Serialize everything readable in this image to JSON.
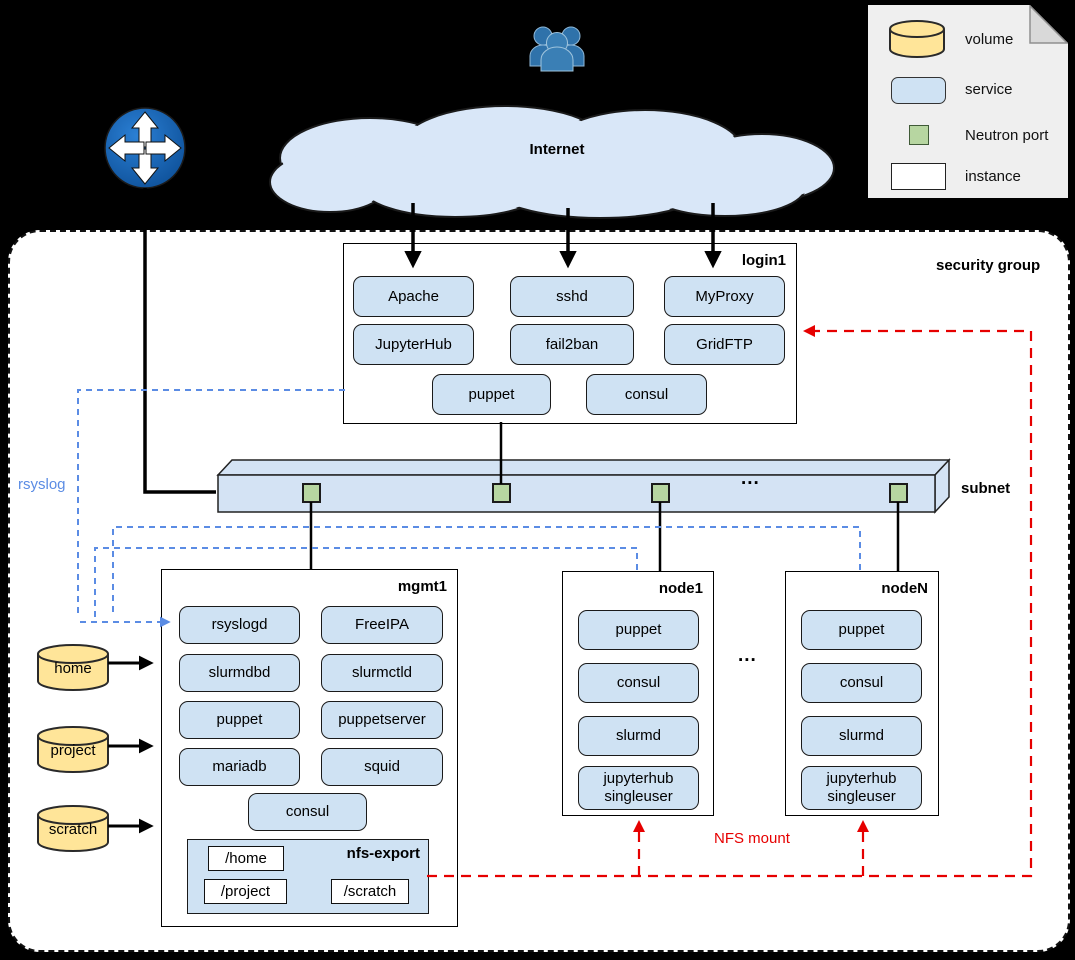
{
  "labels": {
    "internet": "Internet",
    "security_group": "security group",
    "subnet": "subnet",
    "rsyslog": "rsyslog",
    "nfs_mount": "NFS mount",
    "ellipsis_subnet": "...",
    "ellipsis_nodes": "..."
  },
  "legend": {
    "items": [
      {
        "icon": "volume-cylinder-icon",
        "label": "volume"
      },
      {
        "icon": "service-swatch-icon",
        "label": "service"
      },
      {
        "icon": "neutron-port-swatch-icon",
        "label": "Neutron port"
      },
      {
        "icon": "instance-swatch-icon",
        "label": "instance"
      }
    ]
  },
  "volumes": [
    "home",
    "project",
    "scratch"
  ],
  "instances": {
    "login1": {
      "name": "login1",
      "services": [
        "Apache",
        "sshd",
        "MyProxy",
        "JupyterHub",
        "fail2ban",
        "GridFTP",
        "puppet",
        "consul"
      ]
    },
    "mgmt1": {
      "name": "mgmt1",
      "services": [
        "rsyslogd",
        "FreeIPA",
        "slurmdbd",
        "slurmctld",
        "puppet",
        "puppetserver",
        "mariadb",
        "squid",
        "consul"
      ],
      "nfs_export": {
        "label": "nfs-export",
        "paths": [
          "/home",
          "/project",
          "/scratch"
        ]
      }
    },
    "node1": {
      "name": "node1",
      "services": [
        "puppet",
        "consul",
        "slurmd",
        "jupyterhub\nsingleuser"
      ]
    },
    "nodeN": {
      "name": "nodeN",
      "services": [
        "puppet",
        "consul",
        "slurmd",
        "jupyterhub\nsingleuser"
      ]
    }
  },
  "colors": {
    "service_fill": "#cfe2f3",
    "volume_fill": "#ffe599",
    "port_fill": "#b7d6a1",
    "rsyslog_blue": "#5b8ce4",
    "nfs_red": "#e60000",
    "cloud_fill": "#d9e7f8"
  }
}
